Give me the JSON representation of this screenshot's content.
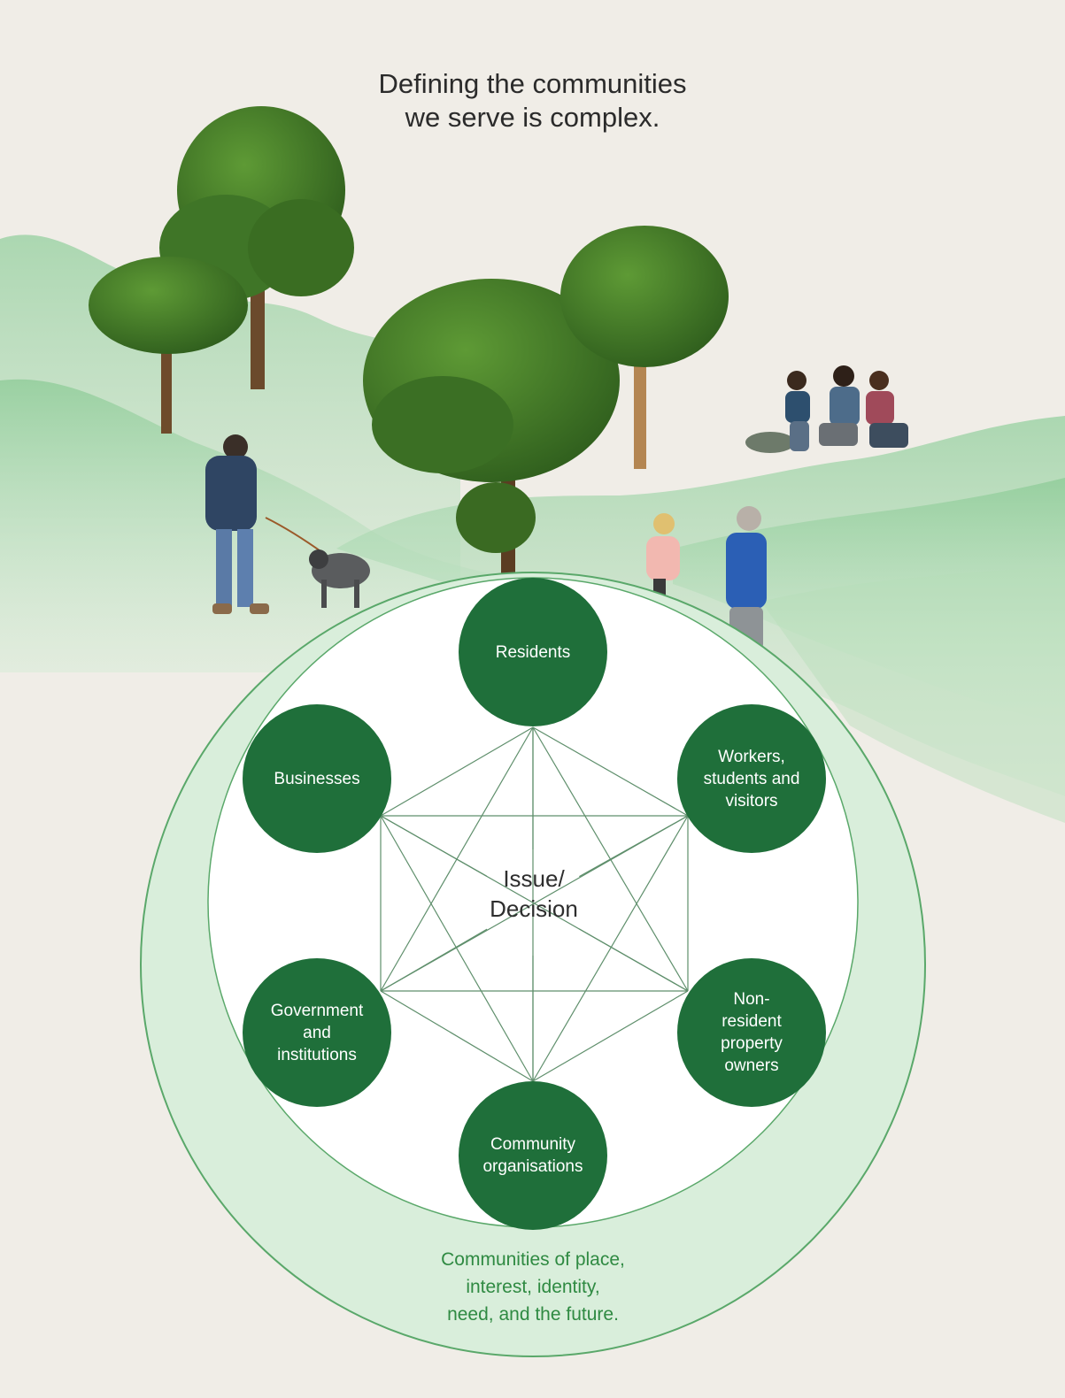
{
  "title": {
    "line1": "Defining the communities",
    "line2": "we serve is complex."
  },
  "diagram": {
    "center": {
      "line1": "Issue/",
      "line2": "Decision"
    },
    "nodes": [
      {
        "id": "residents",
        "lines": [
          "Residents"
        ]
      },
      {
        "id": "workers",
        "lines": [
          "Workers,",
          "students and",
          "visitors"
        ]
      },
      {
        "id": "property-owners",
        "lines": [
          "Non-",
          "resident",
          "property",
          "owners"
        ]
      },
      {
        "id": "community-orgs",
        "lines": [
          "Community",
          "organisations"
        ]
      },
      {
        "id": "government",
        "lines": [
          "Government",
          "and",
          "institutions"
        ]
      },
      {
        "id": "businesses",
        "lines": [
          "Businesses"
        ]
      }
    ],
    "outer_caption": {
      "line1": "Communities of place,",
      "line2": "interest, identity,",
      "line3": "need, and the future."
    }
  },
  "colors": {
    "background": "#f0ede7",
    "node_fill": "#1f6f3a",
    "outer_ring": "#d9eedb",
    "ring_stroke": "#5aa86a",
    "connector_lines": "#5f8f6c",
    "caption_text": "#2f8a42",
    "hills": "#a8d8ae"
  },
  "illustration": {
    "elements": [
      "trees",
      "hills",
      "man-walking-dog-figure",
      "picnic-group-figure",
      "two-joggers-figure"
    ]
  }
}
